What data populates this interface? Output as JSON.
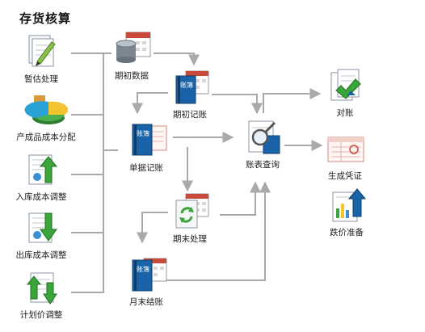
{
  "title": "存货核算",
  "colors": {
    "connector": "#a9a9a9",
    "book_blue": "#1b63a8",
    "check_green": "#3aa63a",
    "calendar_red": "#c94a3a"
  },
  "left_column": [
    {
      "label": "暂估处理",
      "icon": "document-pen-icon"
    },
    {
      "label": "产成品成本分配",
      "icon": "pie-chart-icon"
    },
    {
      "label": "入库成本调整",
      "icon": "document-up-arrow-icon"
    },
    {
      "label": "出库成本调整",
      "icon": "document-down-arrow-icon"
    },
    {
      "label": "计划价调整",
      "icon": "document-up-down-arrows-icon"
    }
  ],
  "center": {
    "period_data": {
      "label": "期初数据",
      "icon": "database-calendar-icon"
    },
    "period_book": {
      "label": "期初记账",
      "icon": "ledger-book-calendar-icon",
      "book_text": "账簿"
    },
    "voucher_book": {
      "label": "单据记账",
      "icon": "ledger-book-document-icon",
      "book_text": "账簿"
    },
    "report_query": {
      "label": "账表查询",
      "icon": "magnifier-report-icon"
    },
    "period_end": {
      "label": "期末处理",
      "icon": "recycle-calendar-icon"
    },
    "month_end": {
      "label": "月末结账",
      "icon": "ledger-book-calendar-icon",
      "book_text": "账簿"
    }
  },
  "right_column": [
    {
      "label": "对账",
      "icon": "document-check-icon"
    },
    {
      "label": "生成凭证",
      "icon": "voucher-form-icon"
    },
    {
      "label": "跌价准备",
      "icon": "document-chart-up-icon"
    }
  ]
}
